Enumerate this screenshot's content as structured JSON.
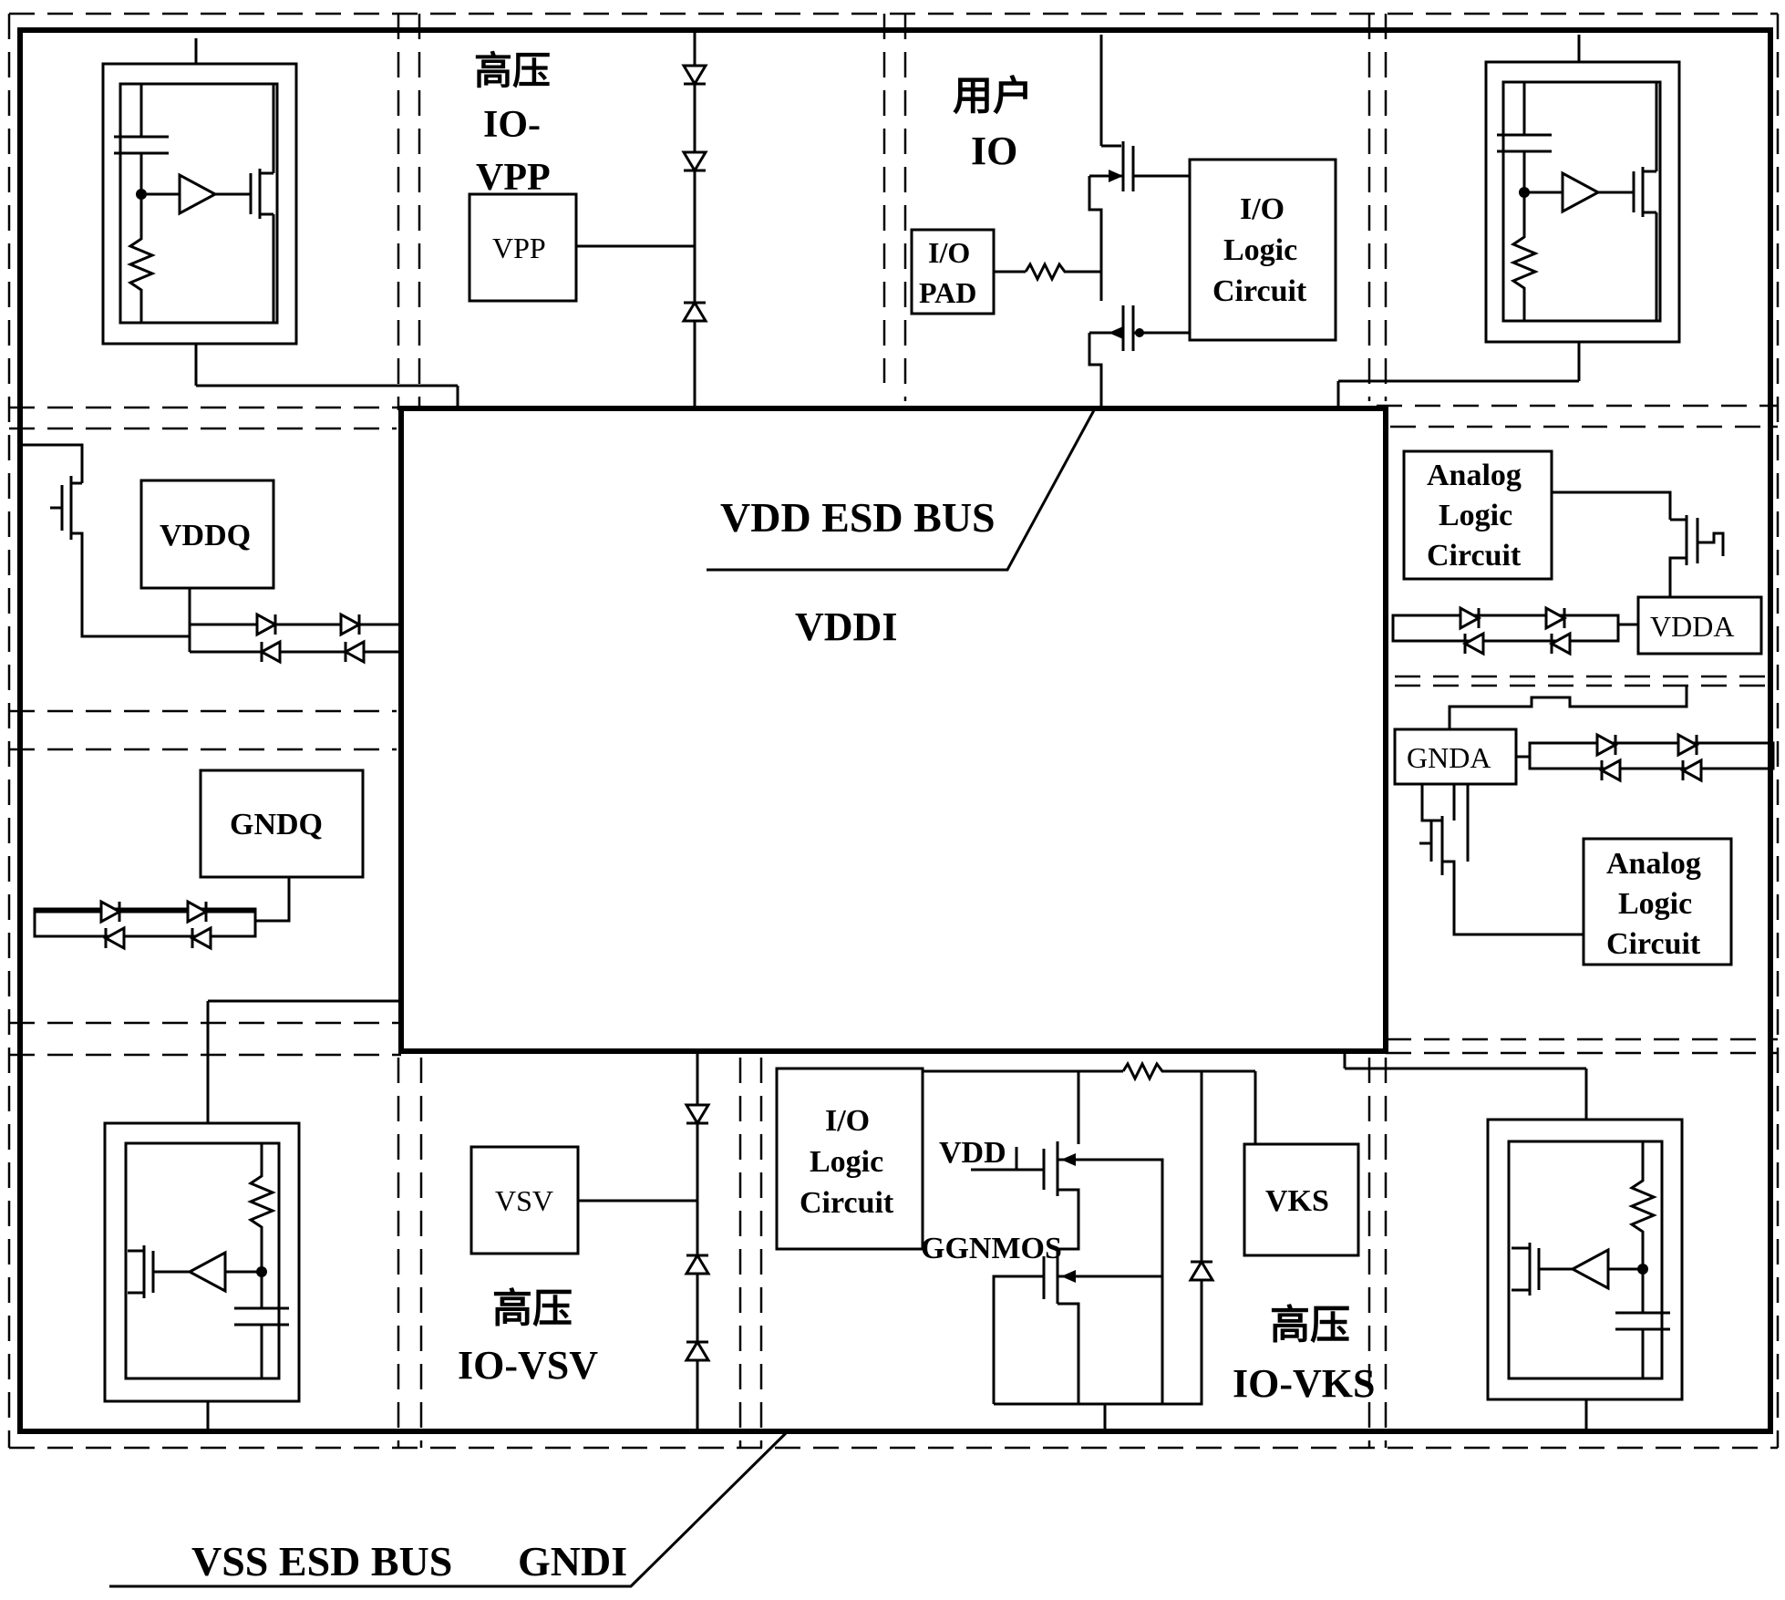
{
  "labels": {
    "hv_io_vpp": [
      "高压",
      "IO-",
      "VPP"
    ],
    "user_io": [
      "用户",
      "IO"
    ],
    "hv_io_vsv": [
      "高压",
      "IO-VSV"
    ],
    "hv_io_vks": [
      "高压",
      "IO-VKS"
    ],
    "vdd_esd_bus": "VDD ESD BUS",
    "vddi": "VDDI",
    "vss_esd_bus": "VSS ESD BUS",
    "gndi": "GNDI",
    "ggnmos": "GGNMOS",
    "vdd": "VDD"
  },
  "blocks": {
    "vpp": "VPP",
    "io_pad": [
      "I/O",
      "PAD"
    ],
    "io_logic_top": [
      "I/O",
      "Logic",
      "Circuit"
    ],
    "vddq": "VDDQ",
    "gndq": "GNDQ",
    "analog_logic_top": [
      "Analog",
      "Logic",
      "Circuit"
    ],
    "vdda": "VDDA",
    "gnda": "GNDA",
    "analog_logic_bottom": [
      "Analog",
      "Logic",
      "Circuit"
    ],
    "vsv": "VSV",
    "io_logic_bottom": [
      "I/O",
      "Logic",
      "Circuit"
    ],
    "vks": "VKS"
  },
  "icons": {
    "diode": "diode-icon",
    "resistor": "resistor-icon",
    "capacitor": "capacitor-icon",
    "inverter": "inverter-icon",
    "transistor": "mosfet-icon"
  }
}
